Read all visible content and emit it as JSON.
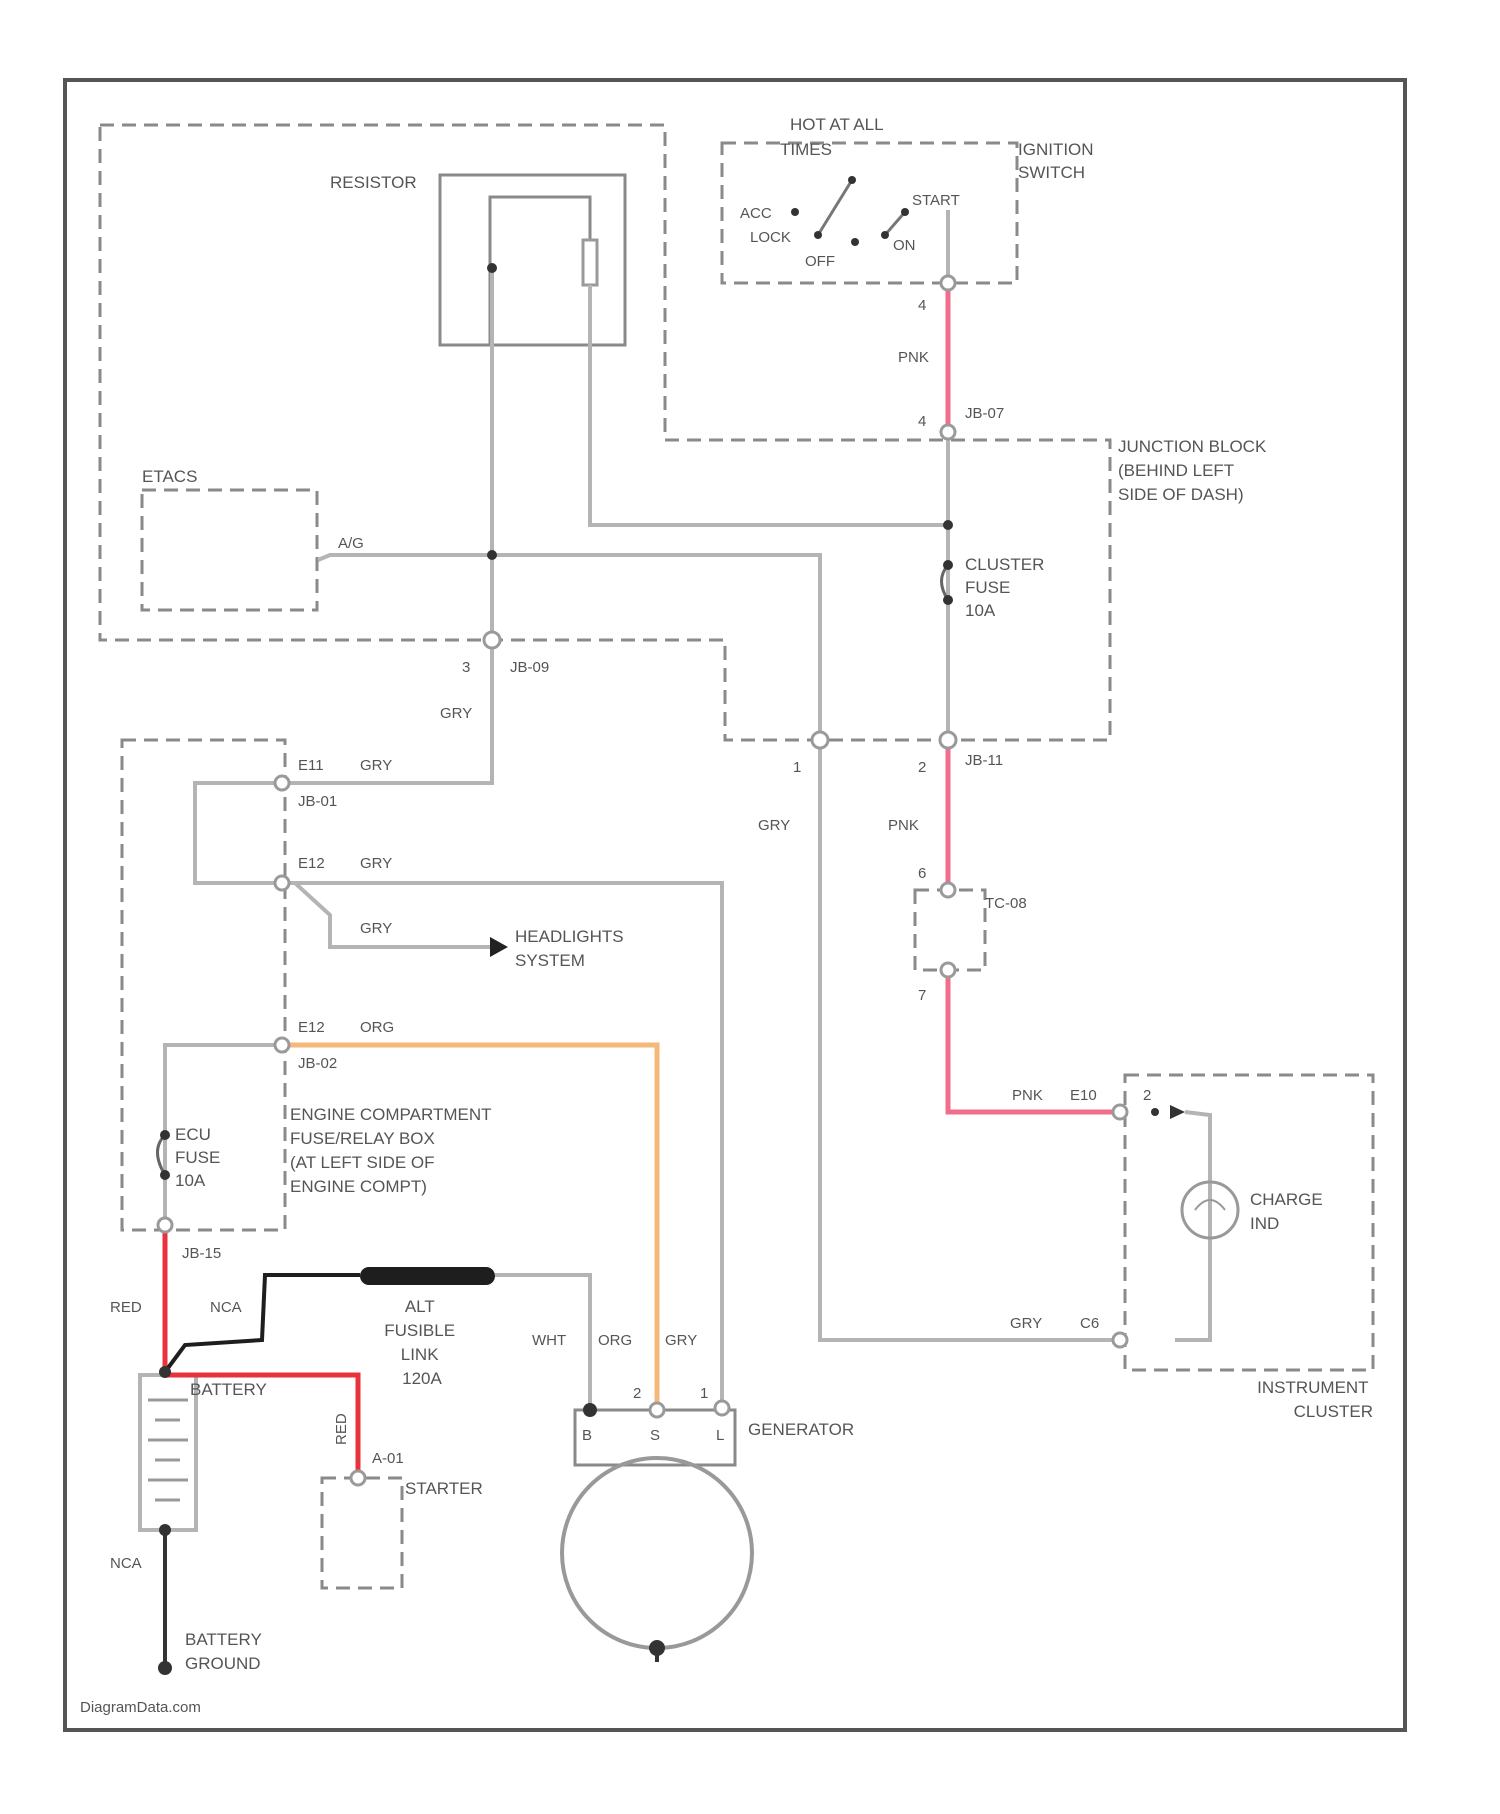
{
  "diagram": {
    "components": {
      "resistor": "RESISTOR",
      "hot_at_all_times": [
        "HOT AT ALL",
        "TIMES"
      ],
      "ignition_switch": [
        "IGNITION",
        "SWITCH"
      ],
      "switch_positions": {
        "acc": "ACC",
        "lock": "LOCK",
        "off": "OFF",
        "on": "ON",
        "start": "START"
      },
      "etacs": "ETACS",
      "junction_block": [
        "JUNCTION BLOCK",
        "(BEHIND LEFT",
        "SIDE OF DASH)"
      ],
      "cluster_fuse": [
        "CLUSTER",
        "FUSE",
        "10A"
      ],
      "headlights_system": [
        "HEADLIGHTS",
        "SYSTEM"
      ],
      "engine_compartment_box": [
        "ENGINE COMPARTMENT",
        "FUSE/RELAY BOX",
        "(AT LEFT SIDE OF",
        "ENGINE COMPT)"
      ],
      "ecu_fuse": [
        "ECU",
        "FUSE",
        "10A"
      ],
      "alt_fusible_link": [
        "ALT",
        "FUSIBLE",
        "LINK",
        "120A"
      ],
      "battery": "BATTERY",
      "starter": "STARTER",
      "generator": "GENERATOR",
      "generator_terminals": [
        "B",
        "S",
        "L"
      ],
      "battery_ground": [
        "BATTERY",
        "GROUND"
      ],
      "charge_ind": [
        "CHARGE",
        "IND"
      ],
      "instrument_cluster": [
        "INSTRUMENT",
        "CLUSTER"
      ]
    },
    "connectors": {
      "jb07": "JB-07",
      "jb09": "JB-09",
      "jb11": "JB-11",
      "jb01": "JB-01",
      "jb02": "JB-02",
      "jb15": "JB-15",
      "e11": "E11",
      "e12a": "E12",
      "e12b": "E12",
      "e10": "E10",
      "c6": "C6",
      "a01": "A-01",
      "tc08": "TC-08",
      "a_v": "A/G"
    },
    "pins": [
      "4",
      "4",
      "3",
      "1",
      "2",
      "6",
      "7",
      "2",
      "1",
      "3"
    ],
    "wire_colors": {
      "pnk": "PNK",
      "gry": "GRY",
      "org": "ORG",
      "red": "RED",
      "nca": "NCA",
      "wht": "WHT"
    },
    "watermark": "DiagramData.com",
    "colors": {
      "pink_wire": "#f06e8c",
      "orange_wire": "#f5b87a",
      "red_wire": "#e8323c",
      "black_wire": "#1e1e1e",
      "gray_wire": "#b4b4b4",
      "dashed_box": "#8a8a8a",
      "frame": "#555555"
    }
  }
}
